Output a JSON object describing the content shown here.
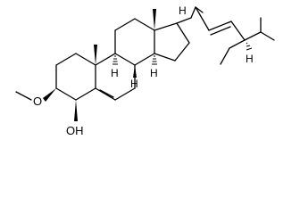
{
  "molecule": {
    "labels": {
      "oh": "OH",
      "o": "O",
      "h": "H"
    }
  }
}
